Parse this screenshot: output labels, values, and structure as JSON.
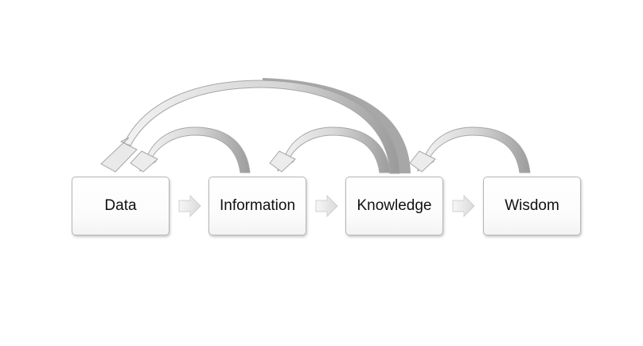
{
  "nodes": [
    {
      "label": "Data"
    },
    {
      "label": "Information"
    },
    {
      "label": "Knowledge"
    },
    {
      "label": "Wisdom"
    }
  ],
  "colors": {
    "arrow_light": "#f2f2f2",
    "arrow_dark": "#a6a6a6",
    "box_border": "#b5b5b5",
    "text": "#111111"
  }
}
